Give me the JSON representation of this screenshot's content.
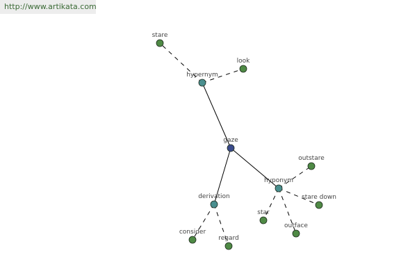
{
  "header": {
    "url": "http://www.artikata.com"
  },
  "graph": {
    "colors": {
      "root": "#3b4b8c",
      "relation": "#4a8f8f",
      "leaf": "#4f8a45",
      "edge": "#000000",
      "node_stroke": "#1d2a1d"
    },
    "nodes": [
      {
        "id": "gaze",
        "label": "gaze",
        "kind": "root"
      },
      {
        "id": "hypernym",
        "label": "hypernym",
        "kind": "relation"
      },
      {
        "id": "derivation",
        "label": "derivation",
        "kind": "relation"
      },
      {
        "id": "hyponym",
        "label": "hyponym",
        "kind": "relation"
      },
      {
        "id": "stare",
        "label": "stare",
        "kind": "leaf"
      },
      {
        "id": "look",
        "label": "look",
        "kind": "leaf"
      },
      {
        "id": "consider",
        "label": "consider",
        "kind": "leaf"
      },
      {
        "id": "regard",
        "label": "regard",
        "kind": "leaf"
      },
      {
        "id": "outstare",
        "label": "outstare",
        "kind": "leaf"
      },
      {
        "id": "stare_down",
        "label": "stare down",
        "kind": "leaf"
      },
      {
        "id": "star",
        "label": "star",
        "kind": "leaf"
      },
      {
        "id": "outface",
        "label": "outface",
        "kind": "leaf"
      }
    ],
    "edges": [
      {
        "from": "gaze",
        "to": "hypernym",
        "style": "solid"
      },
      {
        "from": "gaze",
        "to": "derivation",
        "style": "solid"
      },
      {
        "from": "gaze",
        "to": "hyponym",
        "style": "solid"
      },
      {
        "from": "hypernym",
        "to": "stare",
        "style": "dashed"
      },
      {
        "from": "hypernym",
        "to": "look",
        "style": "dashed"
      },
      {
        "from": "derivation",
        "to": "consider",
        "style": "dashed"
      },
      {
        "from": "derivation",
        "to": "regard",
        "style": "dashed"
      },
      {
        "from": "hyponym",
        "to": "outstare",
        "style": "dashed"
      },
      {
        "from": "hyponym",
        "to": "stare_down",
        "style": "dashed"
      },
      {
        "from": "hyponym",
        "to": "star",
        "style": "dashed"
      },
      {
        "from": "hyponym",
        "to": "outface",
        "style": "dashed"
      }
    ]
  }
}
